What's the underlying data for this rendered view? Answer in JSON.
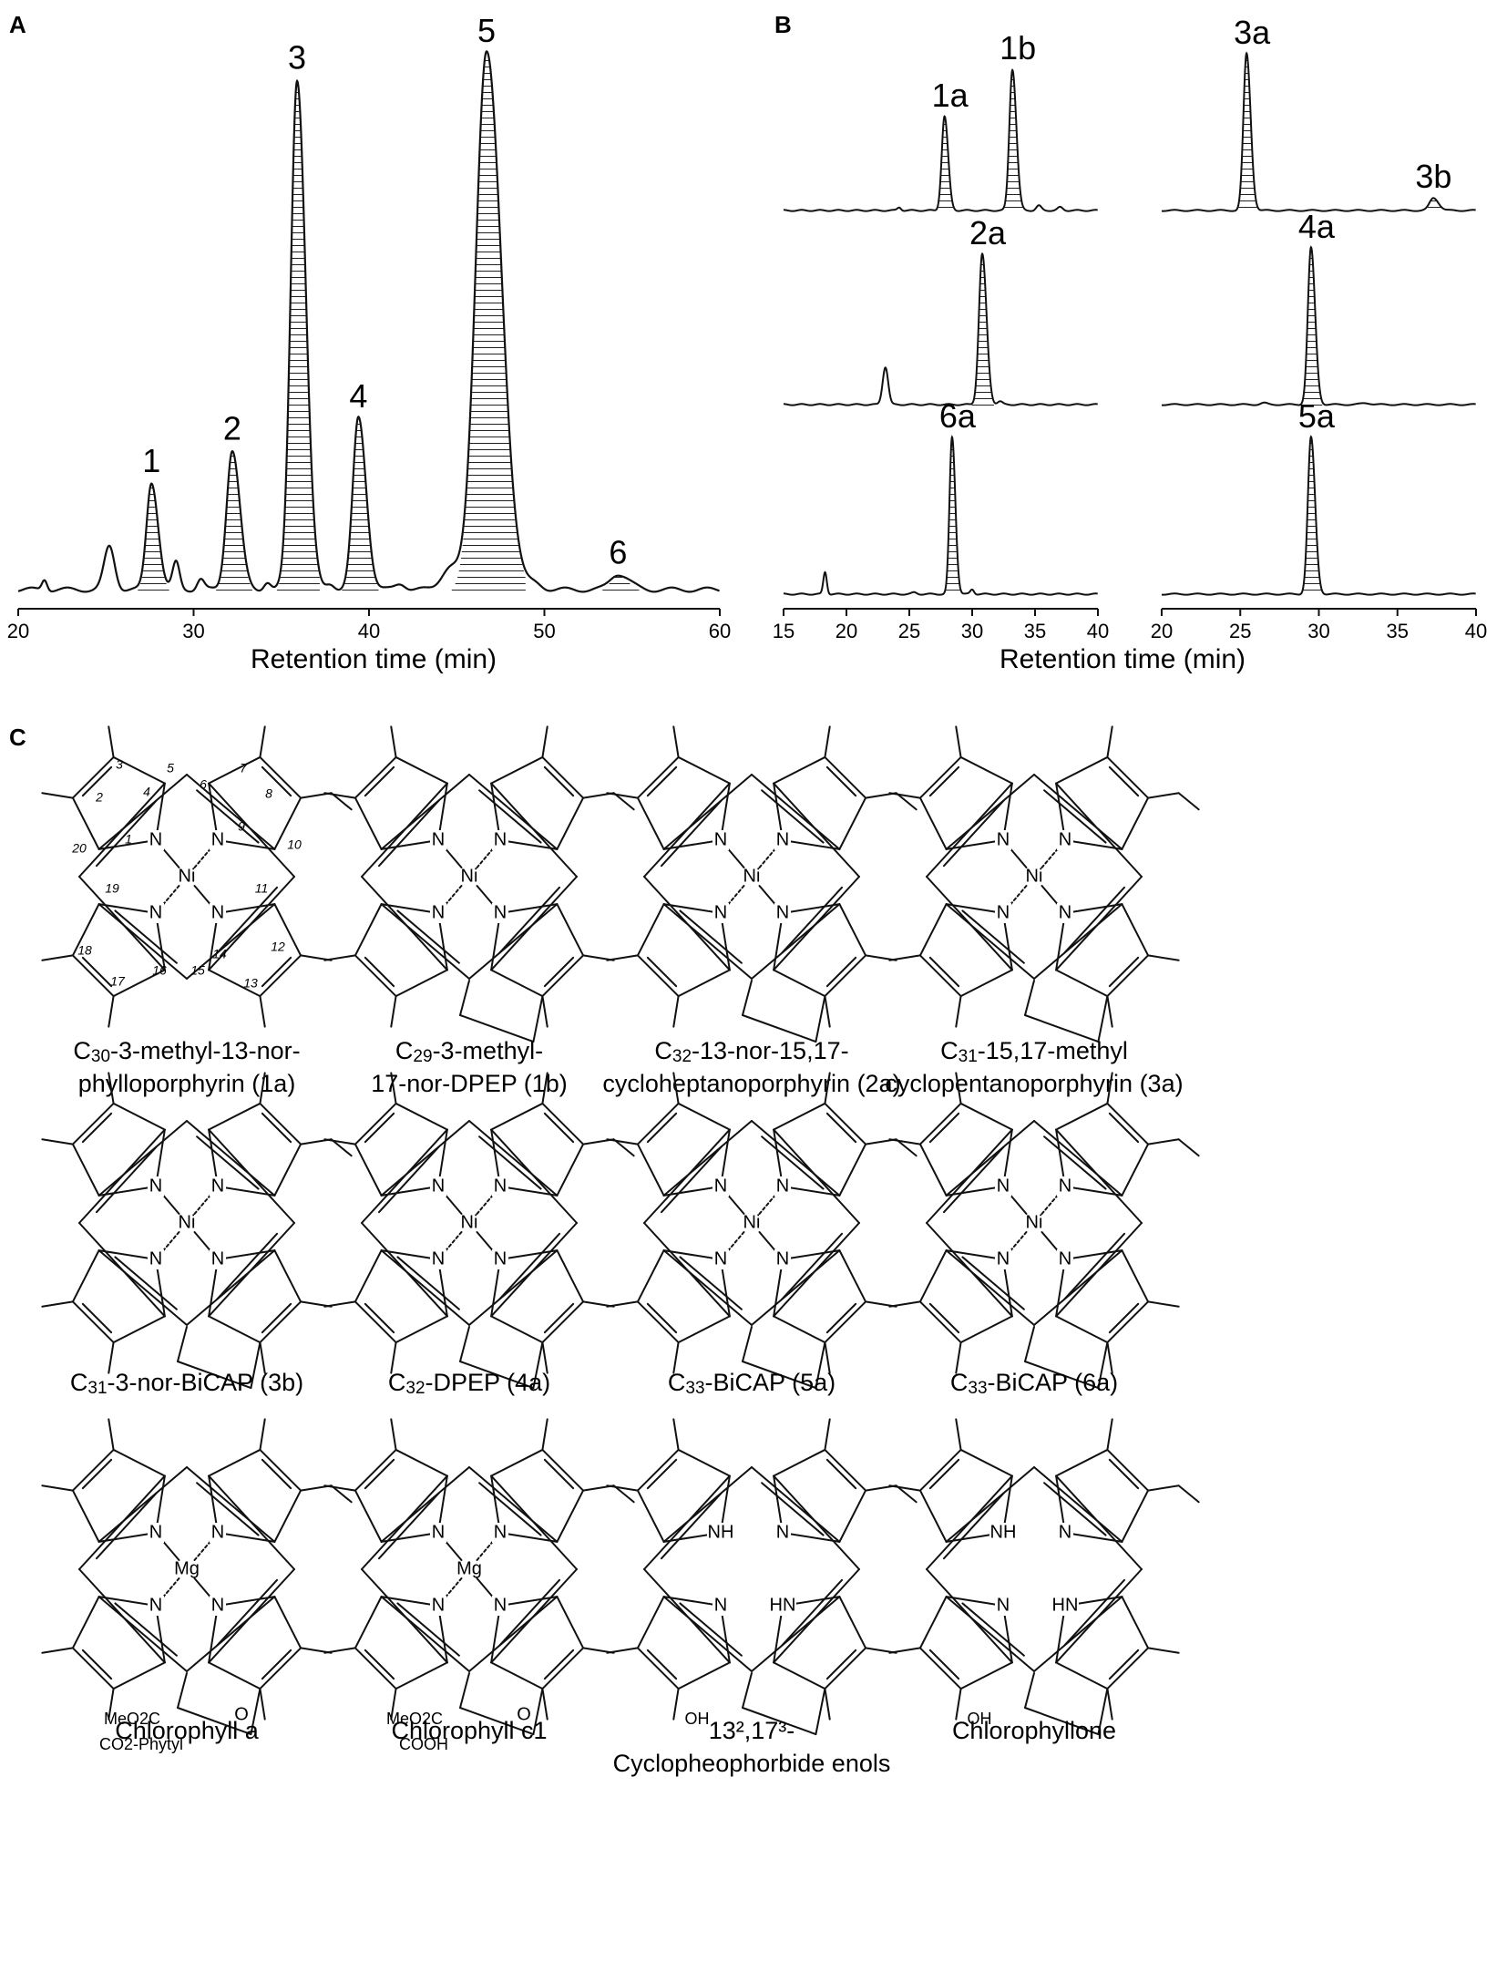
{
  "panels": {
    "a": "A",
    "b": "B",
    "c": "C"
  },
  "chart_data": [
    {
      "type": "line",
      "panel": "A",
      "xlabel": "Retention time (min)",
      "xlim": [
        20,
        60
      ],
      "xticks": [
        20,
        30,
        40,
        50,
        60
      ],
      "peaks": [
        {
          "label": "1",
          "x": 27.6,
          "height": 0.2
        },
        {
          "label": "2",
          "x": 32.2,
          "height": 0.26
        },
        {
          "label": "3",
          "x": 35.9,
          "height": 0.95
        },
        {
          "label": "4",
          "x": 39.4,
          "height": 0.32
        },
        {
          "label": "5",
          "x": 46.7,
          "height": 1.0
        },
        {
          "label": "6",
          "x": 54.2,
          "height": 0.03
        }
      ]
    },
    {
      "type": "line",
      "panel": "B",
      "xlabel": "Retention time (min)",
      "columns": [
        {
          "xlim": [
            15,
            40
          ],
          "xticks": [
            15,
            20,
            25,
            30,
            35,
            40
          ]
        },
        {
          "xlim": [
            20,
            40
          ],
          "xticks": [
            20,
            25,
            30,
            35,
            40
          ]
        }
      ],
      "traces": [
        {
          "col": 0,
          "row": 0,
          "peaks": [
            {
              "label": "1a",
              "x": 27.8,
              "height": 0.6
            },
            {
              "label": "1b",
              "x": 33.2,
              "height": 0.9
            }
          ]
        },
        {
          "col": 1,
          "row": 0,
          "peaks": [
            {
              "label": "3a",
              "x": 25.4,
              "height": 1.0
            },
            {
              "label": "3b",
              "x": 37.3,
              "height": 0.08
            }
          ]
        },
        {
          "col": 0,
          "row": 1,
          "peaks": [
            {
              "label": "2a",
              "x": 30.8,
              "height": 0.96
            }
          ]
        },
        {
          "col": 1,
          "row": 1,
          "peaks": [
            {
              "label": "4a",
              "x": 29.5,
              "height": 1.0
            }
          ]
        },
        {
          "col": 0,
          "row": 2,
          "peaks": [
            {
              "label": "6a",
              "x": 28.4,
              "height": 1.0
            }
          ]
        },
        {
          "col": 1,
          "row": 2,
          "peaks": [
            {
              "label": "5a",
              "x": 29.5,
              "height": 1.0
            }
          ]
        }
      ]
    }
  ],
  "molecules": [
    {
      "formula": "C30",
      "line1_rest": "-3-methyl-13-nor-",
      "line2": "phylloporphyrin (1a)",
      "metal": "Ni"
    },
    {
      "formula": "C29",
      "line1_rest": "-3-methyl-",
      "line2": "17-nor-DPEP (1b)",
      "metal": "Ni"
    },
    {
      "formula": "C32",
      "line1_rest": "-13-nor-15,17-",
      "line2": "cycloheptanoporphyrin (2a)",
      "metal": "Ni"
    },
    {
      "formula": "C31",
      "line1_rest": "-15,17-methyl",
      "line2": "cyclopentanoporphyrin (3a)",
      "metal": "Ni"
    },
    {
      "formula": "C31",
      "line1_rest": "-3-nor-BiCAP (3b)",
      "line2": "",
      "metal": "Ni"
    },
    {
      "formula": "C32",
      "line1_rest": "-DPEP (4a)",
      "line2": "",
      "metal": "Ni"
    },
    {
      "formula": "C33",
      "line1_rest": "-BiCAP (5a)",
      "line2": "",
      "metal": "Ni"
    },
    {
      "formula": "C33",
      "line1_rest": "-BiCAP (6a)",
      "line2": "",
      "metal": "Ni"
    },
    {
      "formula": "",
      "line1_rest": "Chlorophyll a",
      "line2": "",
      "metal": "Mg",
      "subst": [
        "MeO2C",
        "CO2-Phytyl"
      ]
    },
    {
      "formula": "",
      "line1_rest": "Chlorophyll c1",
      "line2": "",
      "metal": "Mg",
      "subst": [
        "MeO2C",
        "COOH"
      ]
    },
    {
      "formula": "",
      "line1_rest": "13²,17³-",
      "line2": "Cyclopheophorbide enols",
      "metal": "",
      "subst": [
        "OH"
      ]
    },
    {
      "formula": "",
      "line1_rest": "Chlorophyllone",
      "line2": "",
      "metal": "",
      "subst": [
        "OH"
      ]
    }
  ],
  "atoms": {
    "N": "N",
    "NH": "NH",
    "HN": "HN",
    "O": "O"
  },
  "locants": [
    "1",
    "2",
    "3",
    "4",
    "5",
    "6",
    "7",
    "8",
    "9",
    "10",
    "11",
    "12",
    "13",
    "14",
    "15",
    "16",
    "17",
    "18",
    "19",
    "20"
  ]
}
